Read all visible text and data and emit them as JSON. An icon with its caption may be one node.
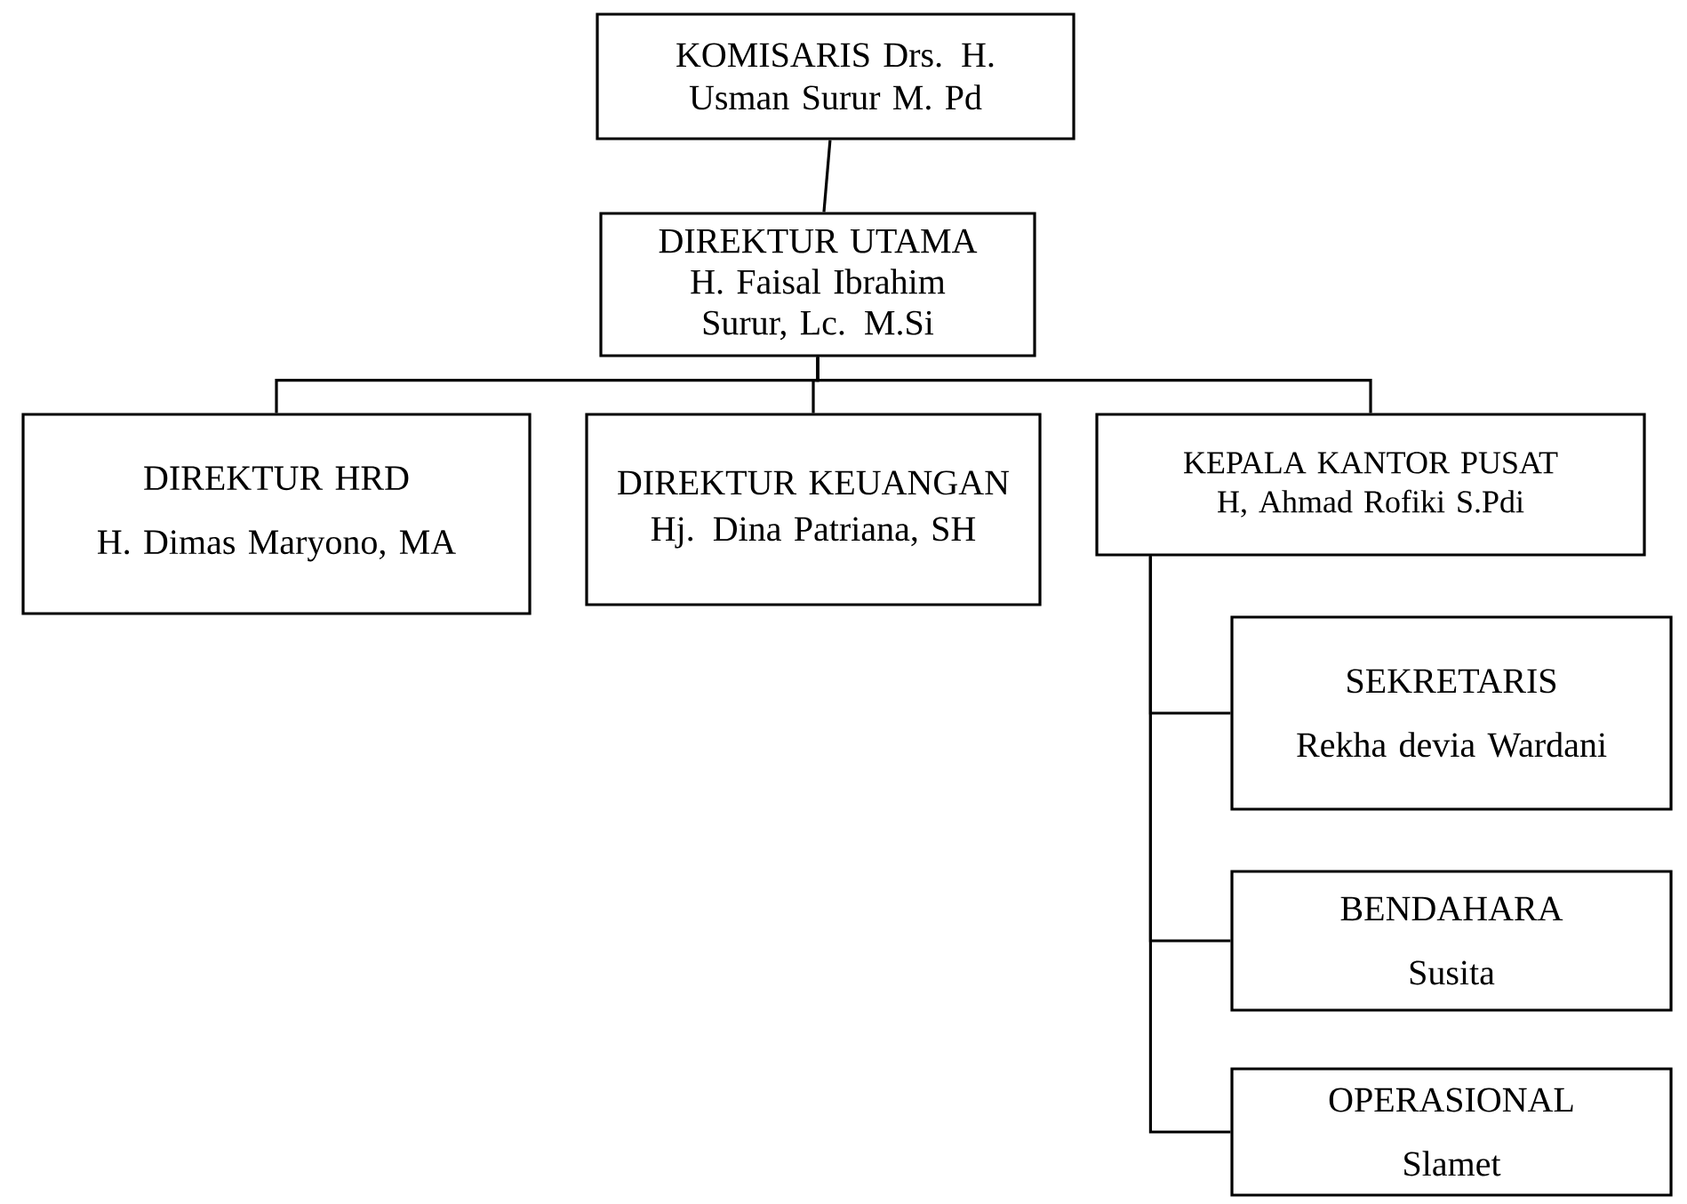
{
  "diagram": {
    "nodes": [
      {
        "text": [
          "KOMISARIS Drs. H. Usman Surur M. Pd"
        ]
      },
      {
        "text": [
          "DIREKTUR UTAMA",
          "H. Faisal Ibrahim Surur, Lc. M.Si"
        ]
      },
      {
        "text": [
          "DIREKTUR HRD",
          "H. Dimas Maryono, MA"
        ]
      },
      {
        "text": [
          "DIREKTUR KEUANGAN",
          "Hj. Dina Patriana, SH"
        ]
      },
      {
        "text": [
          "KEPALA KANTOR PUSAT",
          "H, Ahmad Rofiki S.Pdi"
        ]
      },
      {
        "text": [
          "SEKRETARIS",
          "Rekha devia Wardani"
        ]
      },
      {
        "text": [
          "BENDAHARA",
          "Susita"
        ]
      },
      {
        "text": [
          "OPERASIONAL",
          "Slamet"
        ]
      }
    ],
    "edges": [
      {
        "from": 0,
        "to": 1,
        "arrow": "none"
      },
      {
        "from": 1,
        "to": 2,
        "arrow": "none"
      },
      {
        "from": 1,
        "to": 3,
        "arrow": "none"
      },
      {
        "from": 1,
        "to": 4,
        "arrow": "none"
      },
      {
        "from": 4,
        "to": 5,
        "arrow": "none"
      },
      {
        "from": 4,
        "to": 6,
        "arrow": "none"
      },
      {
        "from": 4,
        "to": 7,
        "arrow": "none"
      }
    ]
  }
}
